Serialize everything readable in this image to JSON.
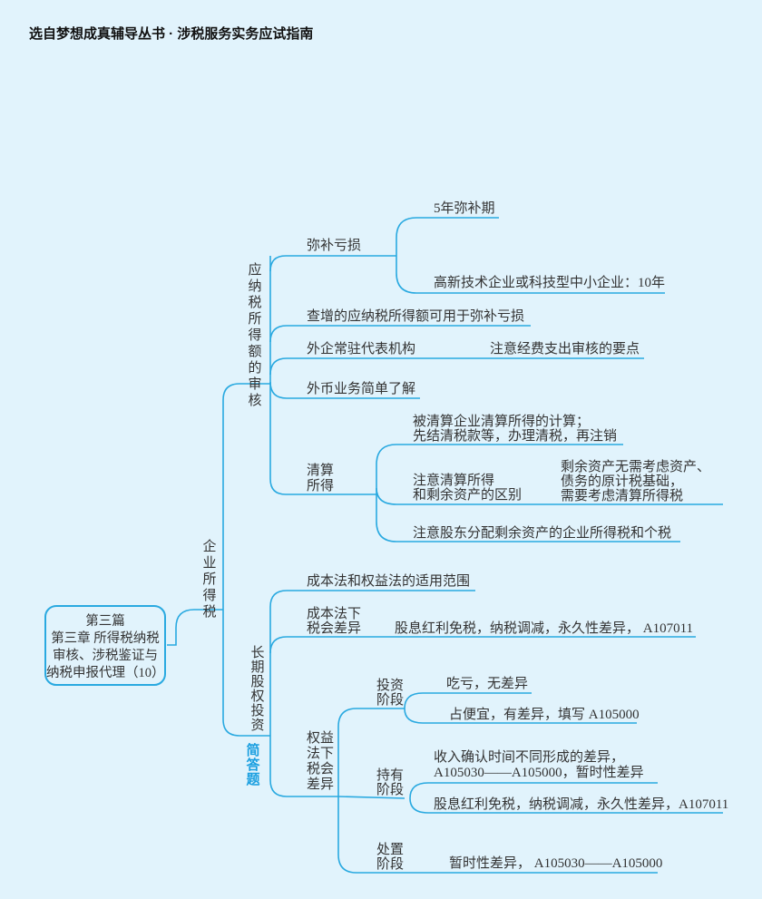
{
  "header": {
    "title": "选自梦想成真辅导丛书 · 涉税服务实务应试指南"
  },
  "colors": {
    "line": "#29a9e0",
    "background": "#e1f3fc",
    "accent": "#1a9fe0"
  },
  "root": {
    "line1": "第三篇",
    "line2": "第三章  所得税纳税",
    "line3": "审核、涉税鉴证与",
    "line4": "纳税申报代理（10）"
  },
  "branch": {
    "label": "企业所得税"
  },
  "review": {
    "label": "应纳税所得额的审核",
    "loss": {
      "label": "弥补亏损",
      "items": [
        "5年弥补期",
        "高新技术企业或科技型中小企业：10年"
      ]
    },
    "audit_increase": "查增的应纳税所得额可用于弥补亏损",
    "rep_office": {
      "label": "外企常驻代表机构",
      "note": "注意经费支出审核的要点"
    },
    "foreign_currency": "外币业务简单了解",
    "liquidation": {
      "label1": "清算",
      "label2": "所得",
      "calc1": "被清算企业清算所得的计算；",
      "calc2": "先结清税款等，办理清税，再注销",
      "diff1": "注意清算所得",
      "diff2": "和剩余资产的区别",
      "diff_note1": "剩余资产无需考虑资产、",
      "diff_note2": "债务的原计税基础，",
      "diff_note3": "需要考虑清算所得税",
      "shareholder": "注意股东分配剩余资产的企业所得税和个税"
    }
  },
  "equity": {
    "label": "长期股权投资",
    "badge": "简答题",
    "scope": "成本法和权益法的适用范围",
    "cost": {
      "label1": "成本法下",
      "label2": "税会差异",
      "note": "股息红利免税，纳税调减，永久性差异，  A107011"
    },
    "equity_method": {
      "label": "权益法下税会差异",
      "invest": {
        "label1": "投资",
        "label2": "阶段",
        "items": [
          "吃亏，无差异",
          "占便宜，有差异，填写 A105000"
        ]
      },
      "hold": {
        "label1": "持有",
        "label2": "阶段",
        "item1a": "收入确认时间不同形成的差异，",
        "item1b": "A105030——A105000，暂时性差异",
        "item2": "股息红利免税，纳税调减，永久性差异，A107011"
      },
      "dispose": {
        "label1": "处置",
        "label2": "阶段",
        "item": "暂时性差异， A105030——A105000"
      }
    }
  }
}
